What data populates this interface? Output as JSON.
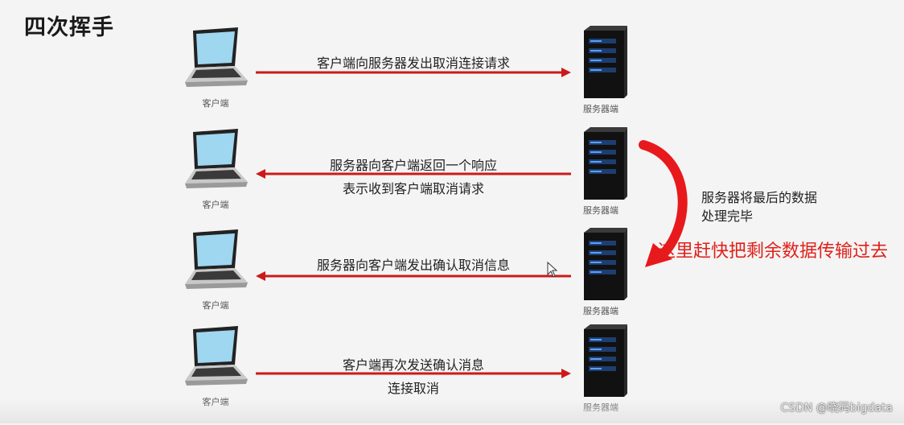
{
  "title": "四次挥手",
  "client_label": "客户端",
  "server_label": "服务器端",
  "steps": [
    {
      "direction": "to-server",
      "lines": [
        "客户端向服务器发出取消连接请求"
      ]
    },
    {
      "direction": "to-client",
      "lines": [
        "服务器向客户端返回一个响应",
        "表示收到客户端取消请求"
      ]
    },
    {
      "direction": "to-client",
      "lines": [
        "服务器向客户端发出确认取消信息"
      ]
    },
    {
      "direction": "to-server",
      "lines": [
        "客户端再次发送确认消息",
        "连接取消"
      ]
    }
  ],
  "note_black": [
    "服务器将最后的数据",
    "处理完毕"
  ],
  "note_red": "这里赶快把剩余数据传输过去",
  "watermark": "CSDN @晓码bigdata",
  "colors": {
    "arrow": "#cc1a1a",
    "accent_red": "#e0201a",
    "curve_red": "#e8191c"
  }
}
